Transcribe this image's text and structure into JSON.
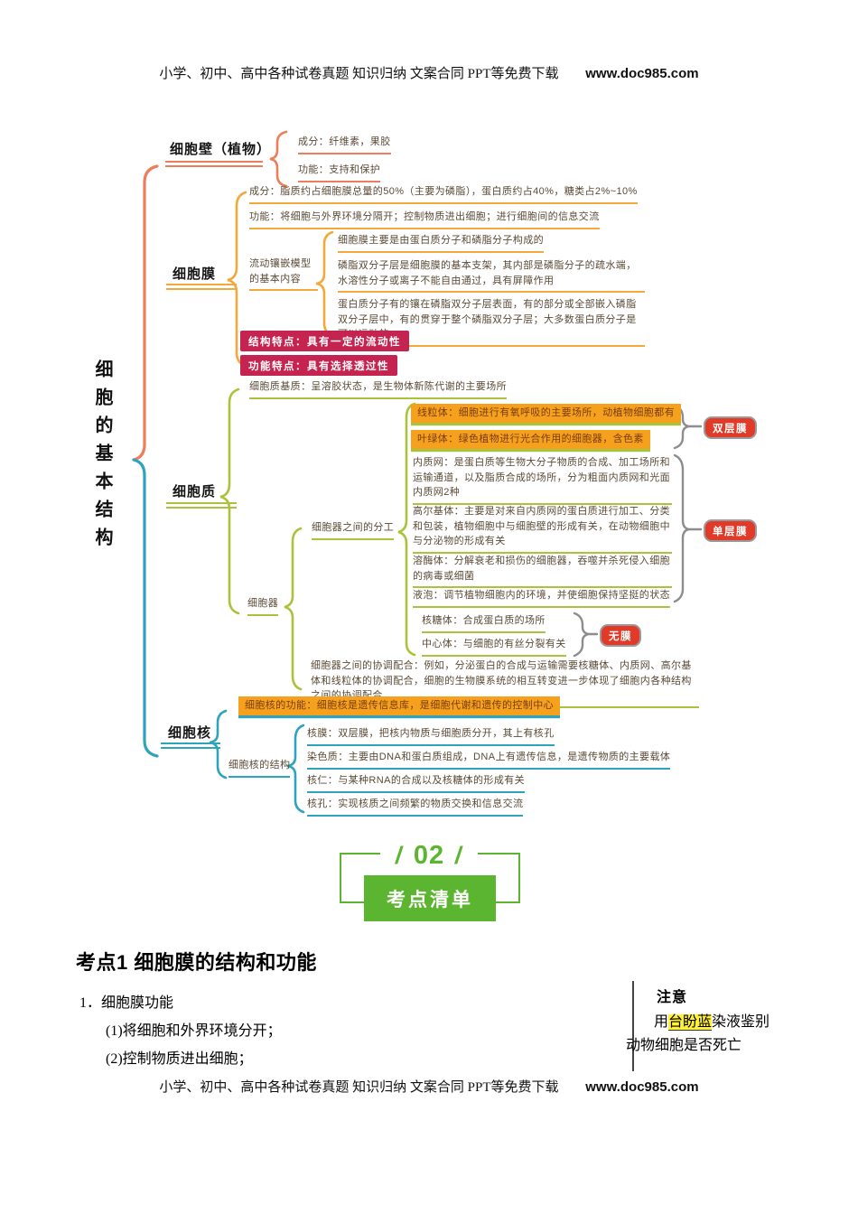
{
  "header": {
    "text": "小学、初中、高中各种试卷真题  知识归纳  文案合同  PPT等免费下载",
    "url": "www.doc985.com"
  },
  "footer": {
    "text": "小学、初中、高中各种试卷真题  知识归纳  文案合同  PPT等免费下载",
    "url": "www.doc985.com"
  },
  "map": {
    "root": "细胞的基本结构",
    "wall": {
      "label": "细胞壁（植物）",
      "composition": "成分：纤维素，果胶",
      "function": "功能：支持和保护"
    },
    "membrane": {
      "label": "细胞膜",
      "composition": "成分：脂质约占细胞膜总量的50%（主要为磷脂），蛋白质约占40%，糖类占2%~10%",
      "function": "功能：将细胞与外界环境分隔开；控制物质进出细胞；进行细胞间的信息交流",
      "model_label": "流动镶嵌模型的基本内容",
      "model_point1": "细胞膜主要是由蛋白质分子和磷脂分子构成的",
      "model_point2": "磷脂双分子层是细胞膜的基本支架，其内部是磷脂分子的疏水端，水溶性分子或离子不能自由通过，具有屏障作用",
      "model_point3": "蛋白质分子有的镶在磷脂双分子层表面，有的部分或全部嵌入磷脂双分子层中，有的贯穿于整个磷脂双分子层；大多数蛋白质分子是可以运动的",
      "structure_feature": "结构特点：具有一定的流动性",
      "function_feature": "功能特点：具有选择透过性"
    },
    "cytoplasm": {
      "label": "细胞质",
      "matrix": "细胞质基质：呈溶胶状态，是生物体新陈代谢的主要场所",
      "organelle_label": "细胞器",
      "division_label": "细胞器之间的分工",
      "mitochondria": "线粒体：细胞进行有氧呼吸的主要场所，动植物细胞都有",
      "chloroplast": "叶绿体：绿色植物进行光合作用的细胞器，含色素",
      "er": "内质网：是蛋白质等生物大分子物质的合成、加工场所和运输通道，以及脂质合成的场所，分为粗面内质网和光面内质网2种",
      "golgi": "高尔基体：主要是对来自内质网的蛋白质进行加工、分类和包装，植物细胞中与细胞壁的形成有关，在动物细胞中与分泌物的形成有关",
      "lysosome": "溶酶体：分解衰老和损伤的细胞器，吞噬并杀死侵入细胞的病毒或细菌",
      "vacuole": "液泡：调节植物细胞内的环境，并使细胞保持坚挺的状态",
      "ribosome": "核糖体：合成蛋白质的场所",
      "centrosome": "中心体：与细胞的有丝分裂有关",
      "badge_double": "双层膜",
      "badge_single": "单层膜",
      "badge_none": "无膜",
      "coordination": "细胞器之间的协调配合：例如，分泌蛋白的合成与运输需要核糖体、内质网、高尔基体和线粒体的协调配合，细胞的生物膜系统的相互转变进一步体现了细胞内各种结构之间的协调配合"
    },
    "nucleus": {
      "label": "细胞核",
      "function": "细胞核的功能：细胞核是遗传信息库，是细胞代谢和遗传的控制中心",
      "structure_label": "细胞核的结构",
      "envelope": "核膜：双层膜，把核内物质与细胞质分开，其上有核孔",
      "chromatin": "染色质：主要由DNA和蛋白质组成，DNA上有遗传信息，是遗传物质的主要载体",
      "nucleolus": "核仁：与某种RNA的合成以及核糖体的形成有关",
      "pore": "核孔：实现核质之间频繁的物质交换和信息交流"
    }
  },
  "section_marker": {
    "number": "02",
    "slash": "/",
    "label": "考点清单"
  },
  "section1": {
    "heading": "考点1 细胞膜的结构和功能",
    "item1": "1．细胞膜功能",
    "sub1": "(1)将细胞和外界环境分开；",
    "sub2": "(2)控制物质进出细胞；"
  },
  "note": {
    "title": "注意",
    "pre": "用",
    "highlight": "台盼蓝",
    "post": "染液鉴别",
    "line2": "动物细胞是否死亡"
  },
  "colors": {
    "branch_cell_wall": "#ED7D5B",
    "branch_membrane": "#F2A83A",
    "branch_cytoplasm": "#ABC23C",
    "branch_nucleus": "#2FA3BE",
    "feature_box": "#C62450",
    "membrane_badge": "#E23A28",
    "orange_highlight_box": "#F5A11E",
    "section_green": "#5CB531",
    "note_highlight": "#FFF13A"
  }
}
